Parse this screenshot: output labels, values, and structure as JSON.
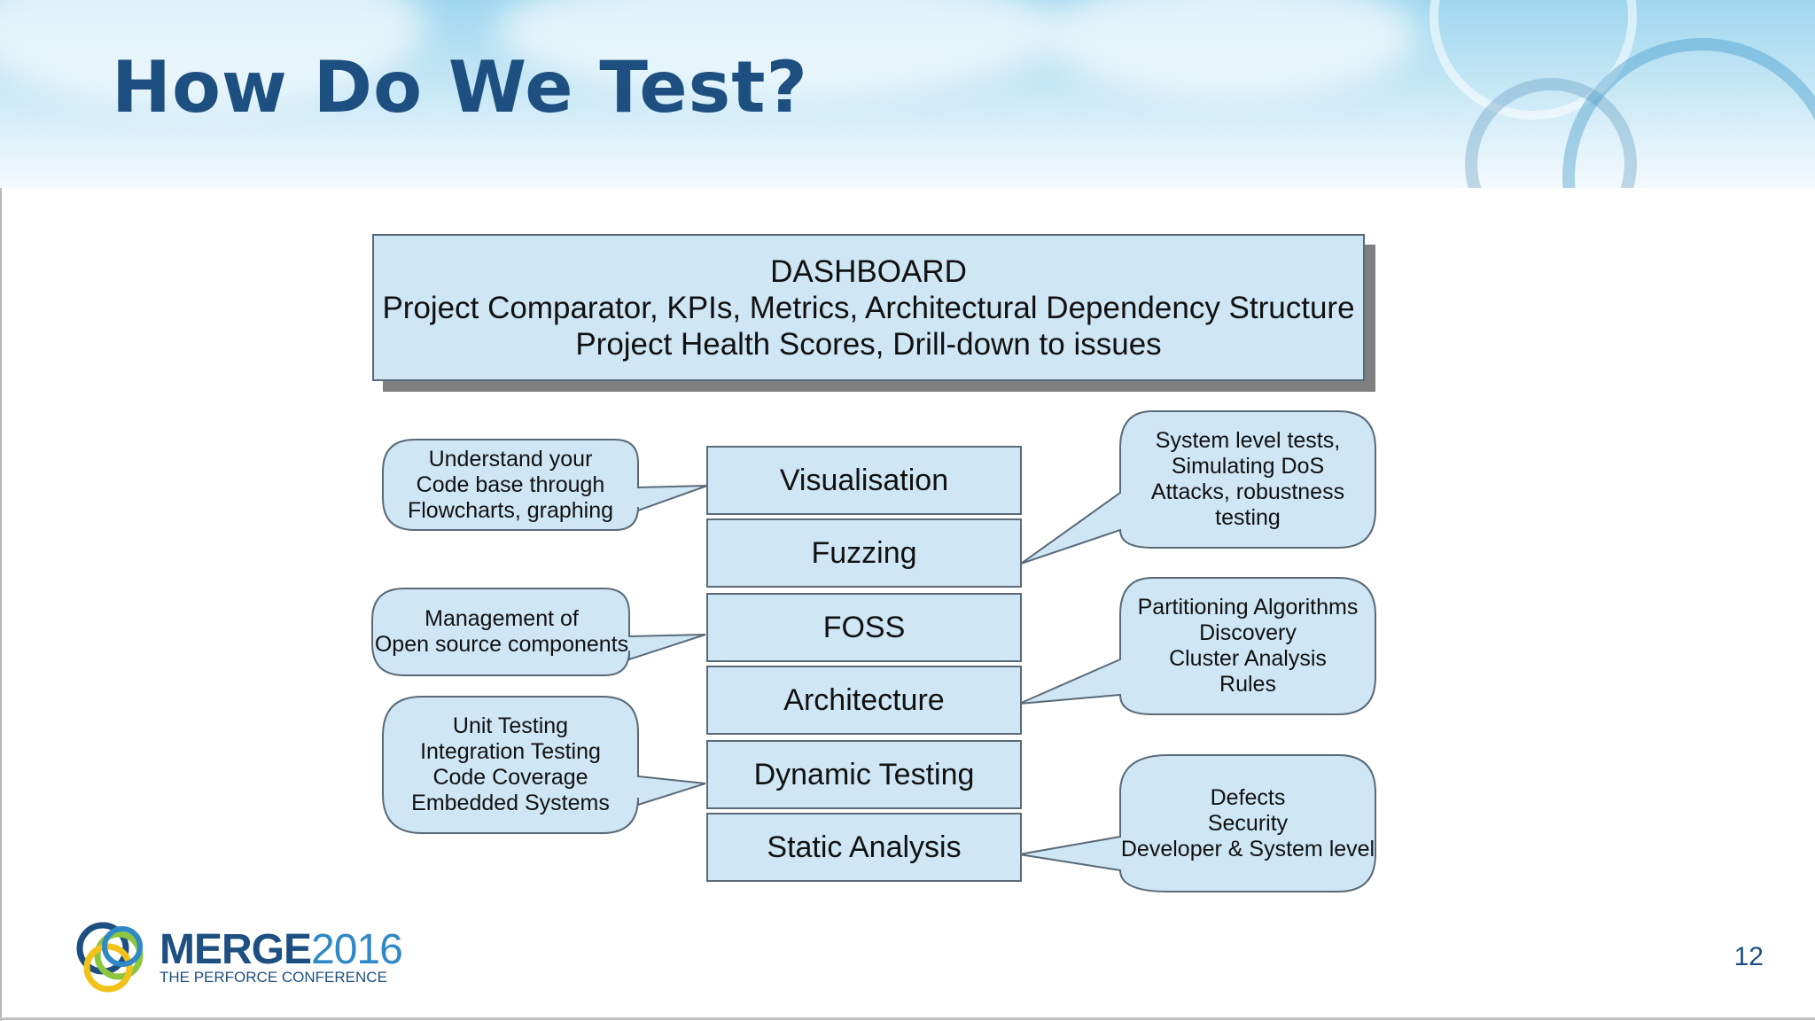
{
  "slide": {
    "title": "How Do We Test?",
    "page_number": "12"
  },
  "dashboard": {
    "lines": [
      "DASHBOARD",
      "Project Comparator,  KPIs, Metrics, Architectural  Dependency  Structure",
      "Project Health Scores, Drill-down to issues"
    ]
  },
  "categories": [
    {
      "label": "Visualisation"
    },
    {
      "label": "Fuzzing"
    },
    {
      "label": "FOSS"
    },
    {
      "label": "Architecture"
    },
    {
      "label": "Dynamic Testing"
    },
    {
      "label": "Static Analysis"
    }
  ],
  "callouts_left": [
    {
      "lines": [
        "Understand your",
        "Code base through",
        "Flowcharts, graphing"
      ]
    },
    {
      "lines": [
        "Management of",
        "Open source components"
      ]
    },
    {
      "lines": [
        "Unit Testing",
        "Integration Testing",
        "Code Coverage",
        "Embedded Systems"
      ]
    }
  ],
  "callouts_right": [
    {
      "lines": [
        "System level tests,",
        "Simulating DoS",
        "Attacks, robustness",
        "testing"
      ]
    },
    {
      "lines": [
        "Partitioning Algorithms",
        "Discovery",
        "Cluster Analysis",
        "Rules"
      ]
    },
    {
      "lines": [
        "Defects",
        "Security",
        "Developer & System level"
      ]
    }
  ],
  "logo": {
    "brand": "MERGE",
    "year": "2016",
    "tagline": "THE PERFORCE CONFERENCE"
  },
  "colors": {
    "title": "#1d4f80",
    "box_fill": "#cfe6f5",
    "box_stroke": "#5a6a78",
    "shadow": "#7f7f7f"
  }
}
